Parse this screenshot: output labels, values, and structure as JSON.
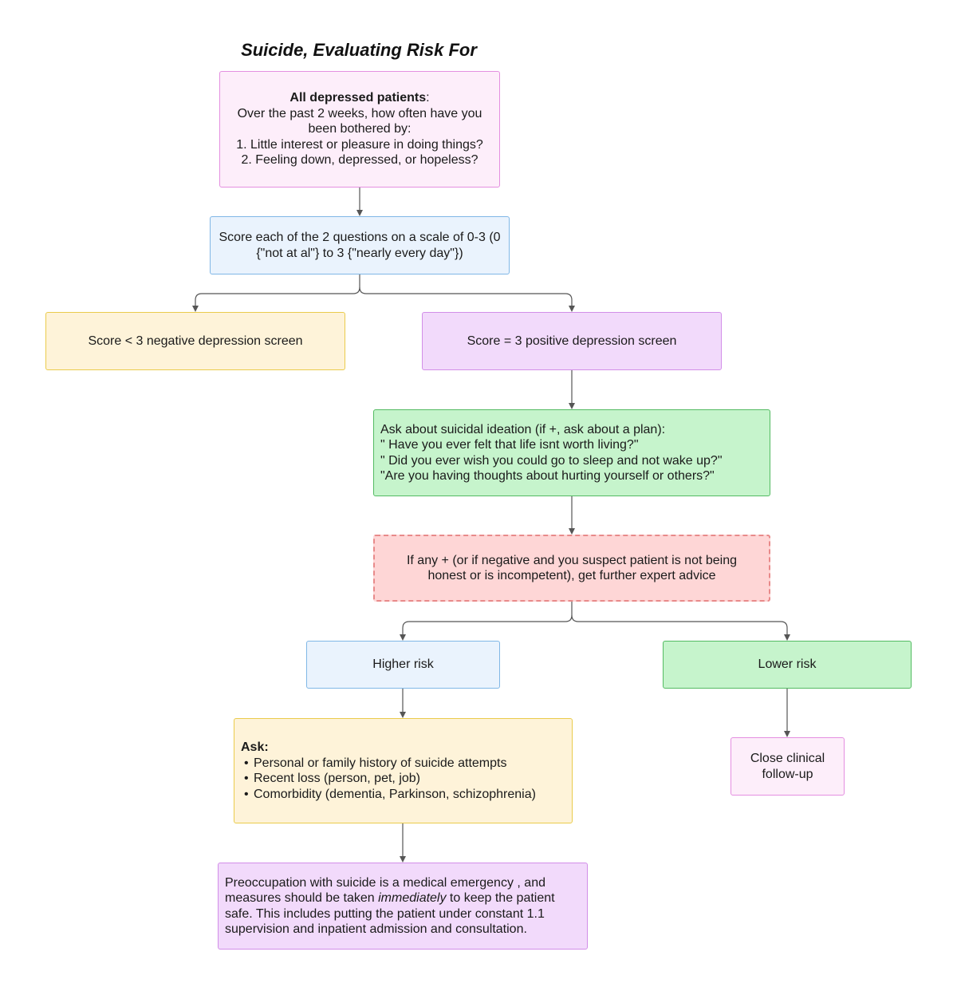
{
  "title": "Suicide, Evaluating Risk For",
  "nodes": {
    "screen_questions": {
      "heading": "All depressed patients",
      "heading_suffix": ":",
      "line1": "Over the past 2 weeks, how often have you been bothered by:",
      "q1": "1. Little interest or pleasure in doing things?",
      "q2": "2. Feeling down, depressed, or hopeless?"
    },
    "score_scale": "Score each of the 2 questions on a scale of 0-3 (0 {\"not at al\"} to 3 {\"nearly every day\"})",
    "negative_screen": "Score < 3 negative depression screen",
    "positive_screen": "Score = 3 positive depression screen",
    "ideation": {
      "line1": "Ask about suicidal ideation (if +, ask about a plan):",
      "line2": "\" Have you ever felt that life isnt worth living?\"",
      "line3": "\" Did you ever wish you could go to sleep and not wake up?\"",
      "line4": "\"Are you having thoughts about hurting yourself or others?\""
    },
    "expert_advice": "If any + (or if negative and you suspect patient is not being honest or is incompetent), get further expert advice",
    "higher_risk": "Higher risk",
    "lower_risk": "Lower risk",
    "ask_history": {
      "heading": "Ask:",
      "items": [
        "Personal or family history of suicide attempts",
        "Recent loss (person, pet, job)",
        "Comorbidity (dementia, Parkinson, schizophrenia)"
      ]
    },
    "close_followup": "Close clinical follow-up",
    "emergency": {
      "part1": "Preoccupation with suicide is a medical emergency , and measures should be taken ",
      "emphasis": "immediately",
      "part2": " to keep the patient safe. This includes putting the patient under constant 1.1 supervision and inpatient admission and consultation."
    }
  },
  "colors": {
    "pink": "#fdeefa",
    "blue": "#eaf3fd",
    "yellow": "#fef3d9",
    "purple": "#f2dafb",
    "green": "#c6f4cc",
    "red": "#fed6d6",
    "connector": "#555555"
  }
}
